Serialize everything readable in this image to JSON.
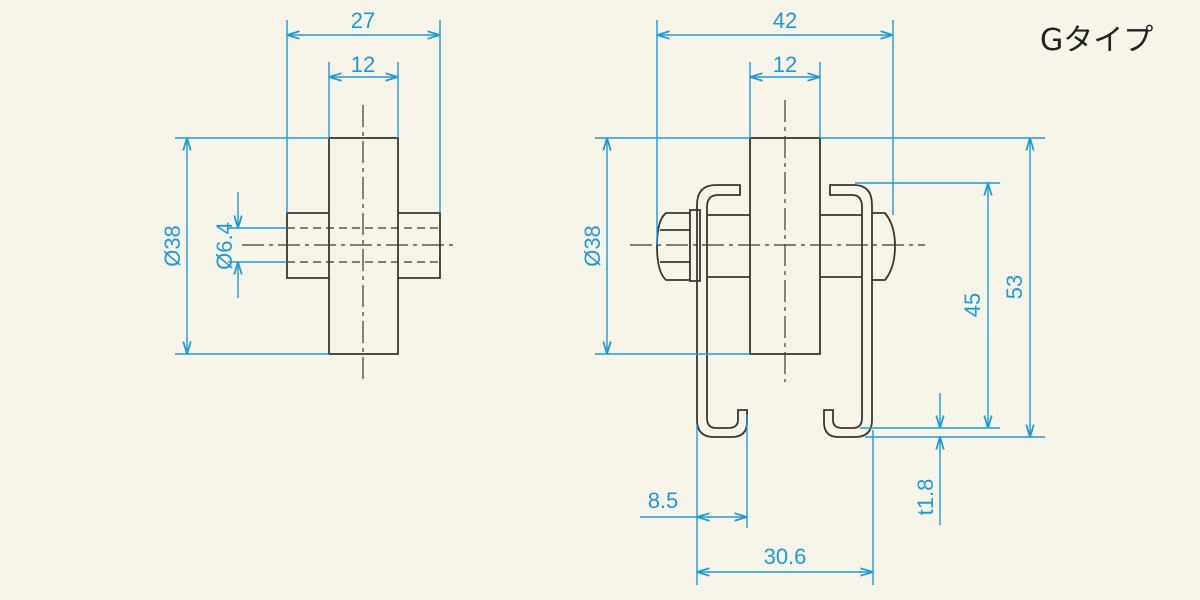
{
  "title": "Gタイプ",
  "colors": {
    "background": "#f7f4ea",
    "dimension": "#1f9ad6",
    "outline": "#3b3630"
  },
  "side_view": {
    "width_total": "27",
    "width_block": "12",
    "diameter_outer": "Ø38",
    "diameter_bore": "Ø6.4"
  },
  "front_view": {
    "width_total": "42",
    "width_block": "12",
    "diameter_outer": "Ø38",
    "height_inner": "45",
    "height_total": "53",
    "lip": "8.5",
    "channel_width": "30.6",
    "thickness": "t1.8"
  }
}
